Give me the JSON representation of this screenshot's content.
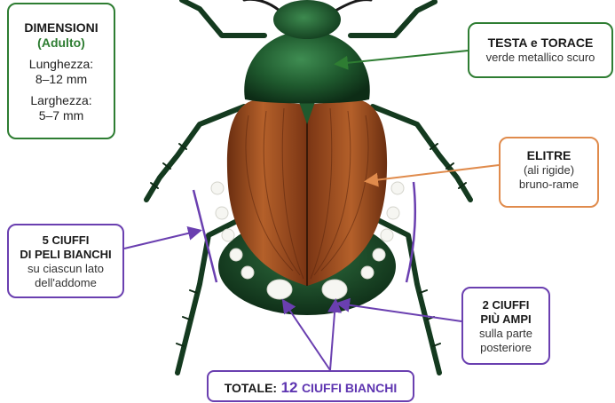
{
  "dimensions": {
    "title": "DIMENSIONI",
    "subtitle": "(Adulto)",
    "length_label": "Lunghezza:",
    "length_value": "8–12 mm",
    "width_label": "Larghezza:",
    "width_value": "5–7 mm"
  },
  "head_thorax": {
    "title": "TESTA e TORACE",
    "desc": "verde metallico scuro"
  },
  "elytra": {
    "title": "ELITRE",
    "line2": "(ali rigide)",
    "desc": "bruno-rame"
  },
  "side_tufts": {
    "title_line1": "5 CIUFFI",
    "title_line2": "DI PELI BIANCHI",
    "desc_line1": "su ciascun lato",
    "desc_line2": "dell'addome"
  },
  "rear_tufts": {
    "title_line1": "2 CIUFFI",
    "title_line2": "PIÙ AMPI",
    "desc_line1": "sulla parte",
    "desc_line2": "posteriore"
  },
  "total": {
    "label": "TOTALE:",
    "number": "12",
    "words": "CIUFFI BIANCHI"
  },
  "colors": {
    "green_accent": "#2e7d32",
    "orange_accent": "#e08b4c",
    "purple_accent": "#6a3fb0",
    "thorax_green": "#1f5a2e",
    "elytra_copper": "#a9521f"
  }
}
